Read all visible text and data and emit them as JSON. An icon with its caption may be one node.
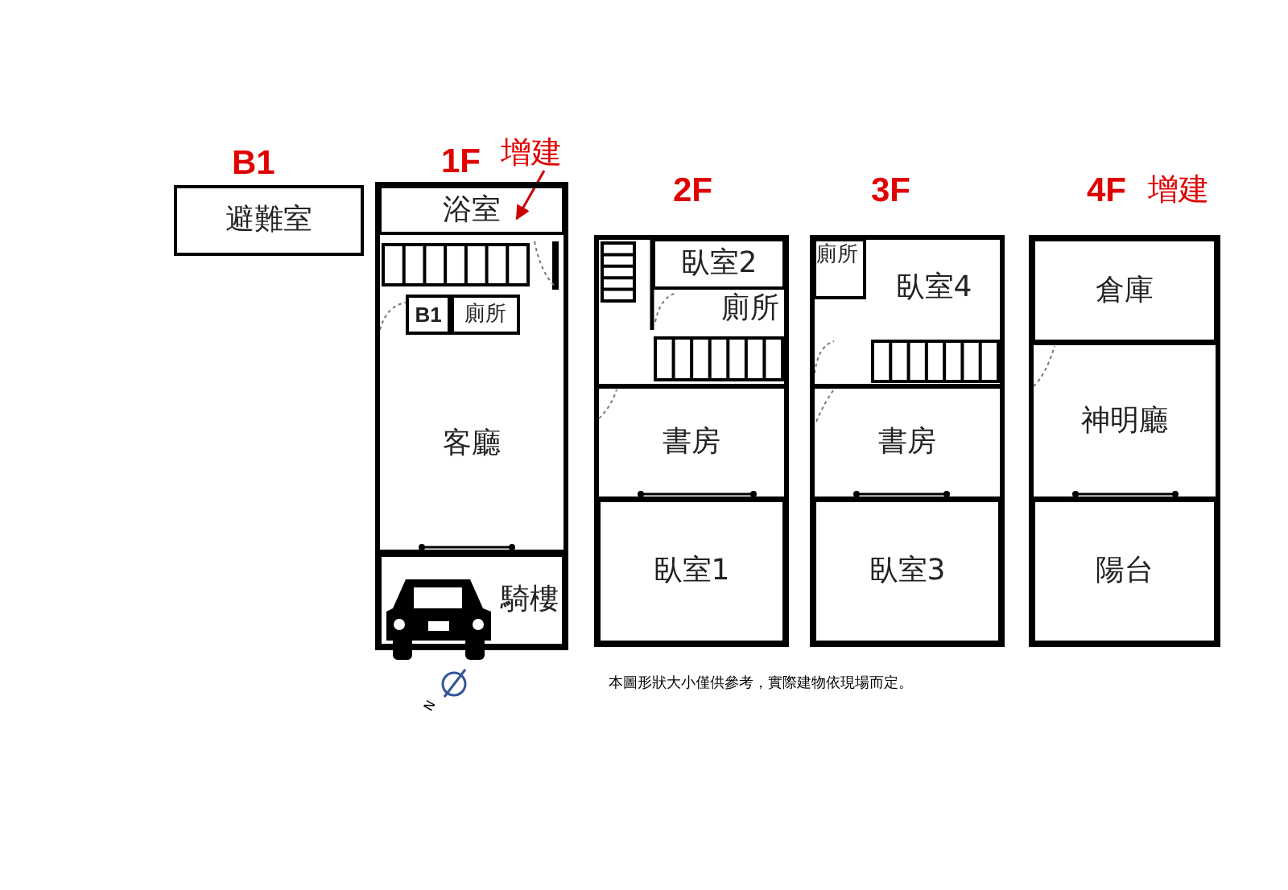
{
  "diagram": {
    "nodes": [
      {
        "text": [
          "B1",
          "避難室"
        ]
      },
      {
        "text": [
          "1F"
        ]
      },
      {
        "text": [
          "增建"
        ]
      },
      {
        "text": [
          "浴室"
        ],
        "in": 1
      },
      {
        "text": [
          "B1"
        ],
        "in": 1
      },
      {
        "text": [
          "廁所"
        ],
        "in": 1
      },
      {
        "text": [
          "客廳"
        ],
        "in": 1
      },
      {
        "text": [
          "騎樓"
        ],
        "in": 1
      },
      {
        "text": [
          "2F"
        ]
      },
      {
        "text": [
          "臥室2"
        ],
        "in": 8
      },
      {
        "text": [
          "廁所"
        ],
        "in": 8
      },
      {
        "text": [
          "書房"
        ],
        "in": 8
      },
      {
        "text": [
          "臥室1"
        ],
        "in": 8
      },
      {
        "text": [
          "3F"
        ]
      },
      {
        "text": [
          "廁所"
        ],
        "in": 13
      },
      {
        "text": [
          "臥室4"
        ],
        "in": 13
      },
      {
        "text": [
          "書房"
        ],
        "in": 13
      },
      {
        "text": [
          "臥室3"
        ],
        "in": 13
      },
      {
        "text": [
          "4F",
          "增建"
        ]
      },
      {
        "text": [
          "倉庫"
        ],
        "in": 18
      },
      {
        "text": [
          "神明廳"
        ],
        "in": 18
      },
      {
        "text": [
          "陽台"
        ],
        "in": 18
      }
    ],
    "edges": [
      {
        "from": 2,
        "to": 3,
        "arrow": "to",
        "color": "#cc0000"
      }
    ],
    "labels": [
      "N",
      "本圖形狀大小僅供參考，實際建物依現場而定。"
    ]
  }
}
